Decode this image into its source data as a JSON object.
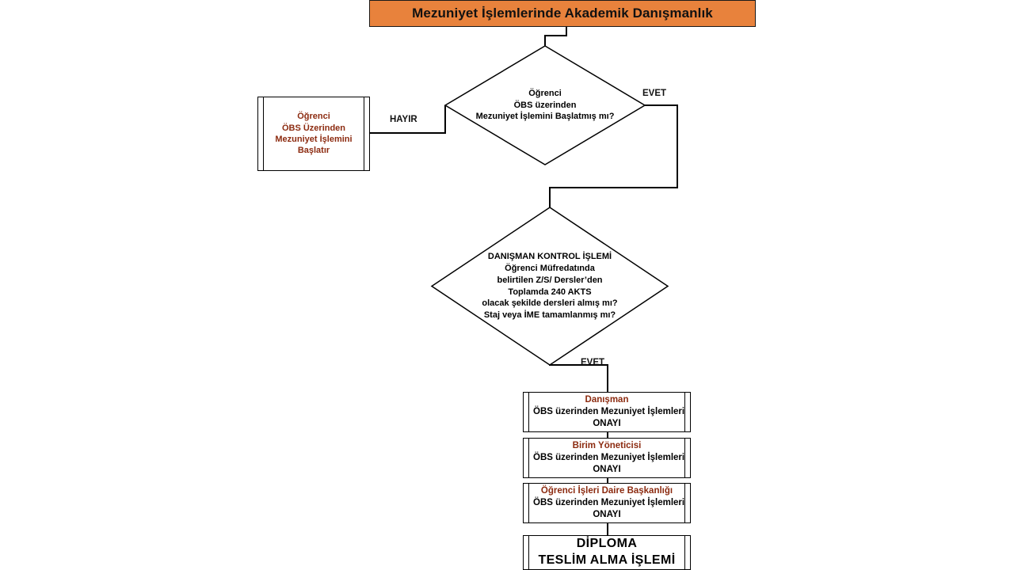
{
  "diagram": {
    "type": "flowchart",
    "title": "Mezuniyet İşlemlerinde Akademik Danışmanlık",
    "colors": {
      "title_background": "#E8823C",
      "accent_text": "#8C2B10",
      "line": "#000000",
      "page_background": "#FFFFFF"
    },
    "nodes": {
      "title": {
        "shape": "banner",
        "text": "Mezuniyet İşlemlerinde Akademik Danışmanlık"
      },
      "student_start": {
        "shape": "predefined-process",
        "lines": [
          "Öğrenci",
          "ÖBS Üzerinden",
          "Mezuniyet İşlemini",
          "Başlatır"
        ]
      },
      "decision_started": {
        "shape": "decision",
        "lines": [
          "Öğrenci",
          "ÖBS üzerinden",
          "Mezuniyet İşlemini Başlatmış mı?"
        ]
      },
      "decision_advisor_check": {
        "shape": "decision",
        "lines": [
          "DANIŞMAN KONTROL İŞLEMİ",
          "Öğrenci Müfredatında",
          "belirtilen Z/S/ Dersler’den",
          "Toplamda 240 AKTS",
          "olacak şekilde dersleri almış mı?",
          "Staj veya İME tamamlanmış mı?"
        ]
      },
      "approval_advisor": {
        "shape": "predefined-process",
        "heading": "Danışman",
        "lines": [
          "ÖBS üzerinden Mezuniyet İşlemleri",
          "ONAYI"
        ]
      },
      "approval_unit_manager": {
        "shape": "predefined-process",
        "heading": "Birim Yöneticisi",
        "lines": [
          "ÖBS üzerinden Mezuniyet İşlemleri",
          "ONAYI"
        ]
      },
      "approval_registrar": {
        "shape": "predefined-process",
        "heading": "Öğrenci İşleri Daire Başkanlığı",
        "lines": [
          "ÖBS üzerinden Mezuniyet İşlemleri",
          "ONAYI"
        ]
      },
      "diploma_delivery": {
        "shape": "predefined-process",
        "lines": [
          "DİPLOMA",
          "TESLİM ALMA İŞLEMİ"
        ]
      }
    },
    "edge_labels": {
      "no_started": "HAYIR",
      "yes_started": "EVET",
      "yes_advisor_check": "EVET"
    }
  }
}
